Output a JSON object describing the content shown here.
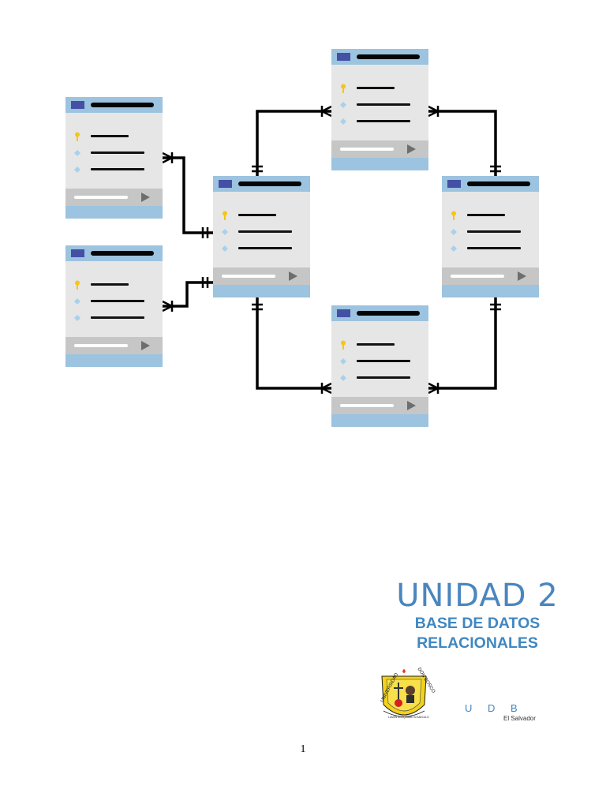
{
  "colors": {
    "header_blue": "#9cc3df",
    "header_square": "#4450a4",
    "card_body": "#e6e6e6",
    "title_blue": "#4a86bf",
    "key_yellow": "#f5c518",
    "field_diamond": "#a8d1ec"
  },
  "diagram": {
    "tables": [
      {
        "name": "table-left-top",
        "rows": [
          "key-icon",
          "diamond-icon",
          "diamond-icon"
        ]
      },
      {
        "name": "table-left-bottom",
        "rows": [
          "key-icon",
          "diamond-icon",
          "diamond-icon"
        ]
      },
      {
        "name": "table-center",
        "rows": [
          "key-icon",
          "diamond-icon",
          "diamond-icon"
        ]
      },
      {
        "name": "table-top",
        "rows": [
          "key-icon",
          "diamond-icon",
          "diamond-icon"
        ]
      },
      {
        "name": "table-right",
        "rows": [
          "key-icon",
          "diamond-icon",
          "diamond-icon"
        ]
      },
      {
        "name": "table-bottom",
        "rows": [
          "key-icon",
          "diamond-icon",
          "diamond-icon"
        ]
      }
    ],
    "relationships": [
      "one-to-many",
      "one-to-many",
      "one-to-many",
      "one-to-many",
      "one-to-many",
      "one-to-many"
    ]
  },
  "title": {
    "unit": "UNIDAD 2",
    "subtitle_line1": "BASE DE DATOS",
    "subtitle_line2": "RELACIONALES"
  },
  "logo": {
    "ring_text_left": "UNIVERSIDAD",
    "ring_text_right": "DON BOSCO",
    "motto": "LUMEN RELIQUIARE IN SAECULO",
    "brand": "UDB",
    "brand_sub": "El Salvador"
  },
  "page_number": "1"
}
